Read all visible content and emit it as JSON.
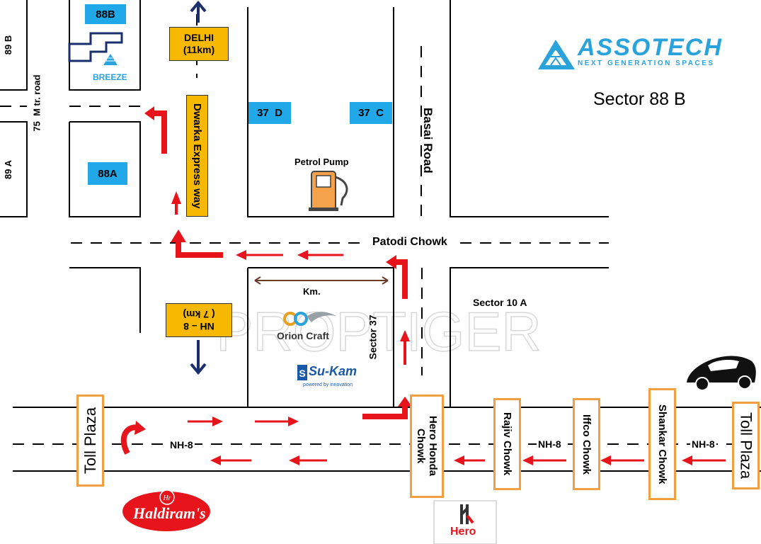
{
  "brand": {
    "name": "ASSOTECH",
    "tagline": "NEXT GENERATION SPACES",
    "color": "#2aa3dc"
  },
  "sector_title": "Sector 88 B",
  "watermark": "PROPTIGER",
  "blocks": {
    "b88b": "88B",
    "b88a": "88A",
    "b37d": "37  D",
    "b37c": "37  C"
  },
  "side_labels": {
    "s89b": "89 B",
    "s89a": "89 A",
    "m_road": "75  M tr. road",
    "basai": "Basai Road",
    "sector37": "Sector 37",
    "sector10a": "Sector 10 A"
  },
  "signs": {
    "delhi": "DELHI",
    "delhi_dist": "(11km)",
    "dwarka": "Dwarka Express way",
    "nh8_sign": "NH – 8",
    "nh8_dist": "( 7 km)"
  },
  "places": {
    "petrol_pump": "Petrol Pump",
    "patodi_chowk": "Patodi Chowk",
    "km": "Km.",
    "orion": "Orion Craft",
    "sukam": "Su-Kam",
    "sukam_tag": "powered by innovation",
    "breeze": "BREEZE",
    "haldirams": "Haldiram's",
    "hero": "Hero"
  },
  "highway": {
    "nh8_labels": [
      "NH-8",
      "NH-8",
      "NH-8"
    ]
  },
  "chowks": {
    "toll_left": "Toll Plaza",
    "hero_honda": "Hero Honda Chowk",
    "rajiv": "Rajiv Chowk",
    "iffco": "Iffco Chowk",
    "shankar": "Shankar Chowk",
    "toll_right": "Toll Plaza"
  },
  "colors": {
    "arrow_red": "#e8141b",
    "arrow_navy": "#1a2f6e",
    "blue_box": "#20a8e8",
    "yellow_sign": "#f6b800",
    "chowk_border": "#f0a040"
  }
}
